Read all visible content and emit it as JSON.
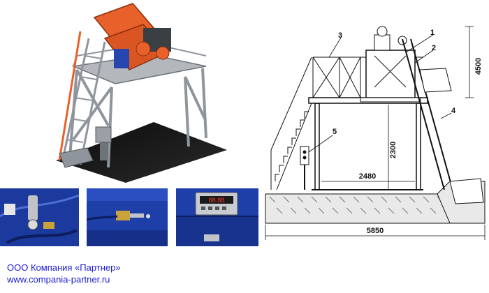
{
  "company": {
    "name": "ООО  Компания  «Партнер»",
    "url": "www.compania-partner.ru"
  },
  "photos": {
    "scale_display": "88.88"
  },
  "drawing": {
    "callouts": [
      "1",
      "2",
      "3",
      "4",
      "5"
    ],
    "dimensions": {
      "total_height": "4500",
      "platform_height": "2300",
      "column_span": "2480",
      "total_length": "5850"
    }
  },
  "colors": {
    "frame_orange": "#e8612a",
    "steel_grey": "#9aa0a6",
    "photo_blue": "#1f3fa8",
    "link_blue": "#1b1bd6"
  }
}
